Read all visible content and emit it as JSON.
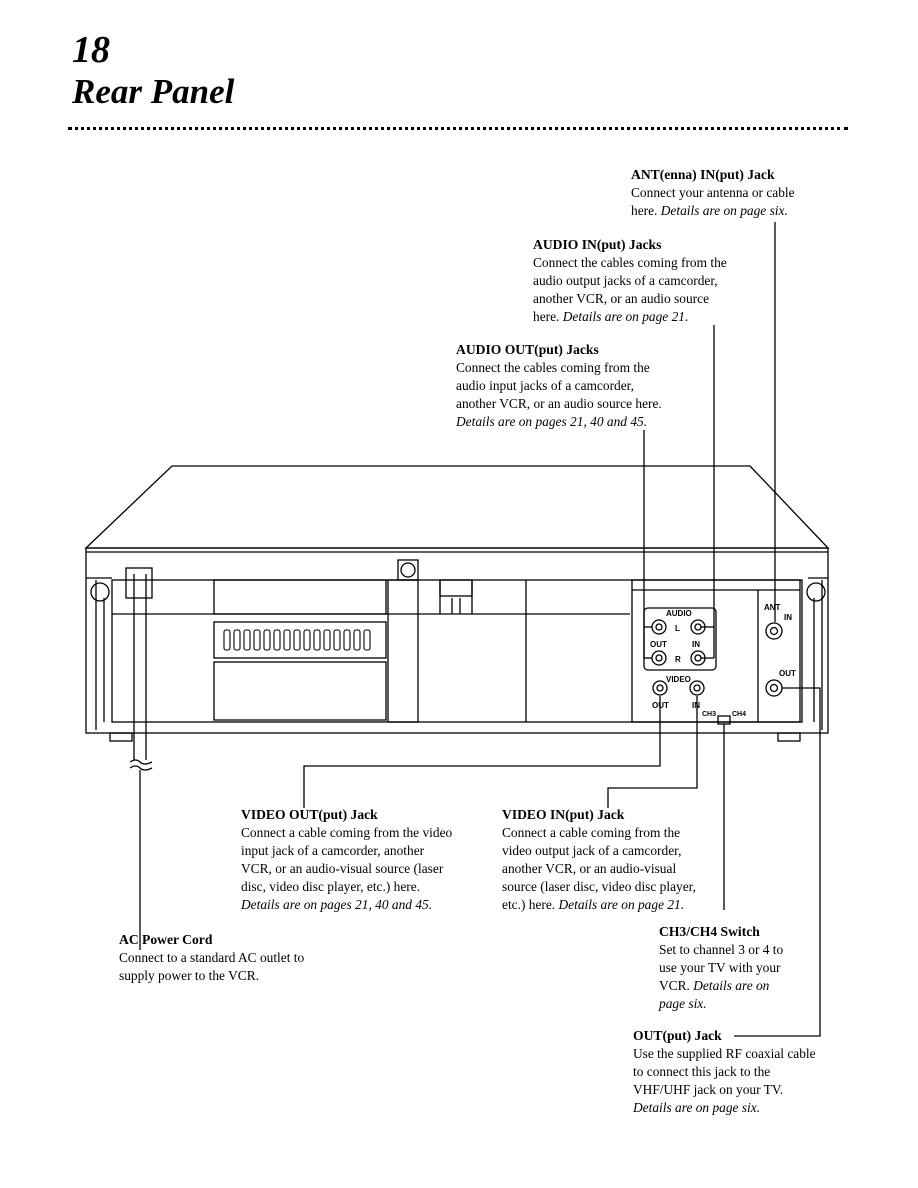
{
  "page": {
    "number": "18",
    "title": "Rear Panel"
  },
  "callouts": {
    "ant_in": {
      "heading": "ANT(enna) IN(put) Jack",
      "lines": [
        "Connect your antenna or cable",
        "here."
      ],
      "detail": "Details are on page six."
    },
    "audio_in": {
      "heading": "AUDIO IN(put) Jacks",
      "lines": [
        "Connect the cables coming from the",
        "audio output jacks of a camcorder,",
        "another VCR, or an audio source",
        "here."
      ],
      "detail": "Details are on page 21."
    },
    "audio_out": {
      "heading": "AUDIO OUT(put) Jacks",
      "lines": [
        "Connect the cables coming from the",
        "audio input jacks of a camcorder,",
        "another VCR, or an audio source here."
      ],
      "detail": "Details are on pages 21, 40 and 45."
    },
    "video_out": {
      "heading": "VIDEO OUT(put) Jack",
      "lines": [
        "Connect a cable coming from the video",
        "input jack of a camcorder, another",
        "VCR, or an audio-visual  source (laser",
        "disc, video disc player, etc.) here."
      ],
      "detail": "Details are on pages 21, 40 and 45."
    },
    "video_in": {
      "heading": "VIDEO IN(put) Jack",
      "lines": [
        "Connect a cable coming from the",
        "video output jack of a camcorder,",
        "another VCR, or an audio-visual",
        "source (laser disc, video disc player,",
        "etc.) here."
      ],
      "detail": "Details are on page 21."
    },
    "ac_power": {
      "heading": "AC Power Cord",
      "lines": [
        "Connect to a standard AC outlet to",
        "supply power to the VCR."
      ],
      "detail": ""
    },
    "ch_switch": {
      "heading": "CH3/CH4 Switch",
      "lines": [
        "Set to channel 3 or 4 to",
        "use your TV with your",
        "VCR."
      ],
      "detail": "Details are on",
      "detail2": "page six."
    },
    "rf_out": {
      "heading": "OUT(put) Jack",
      "lines": [
        "Use the supplied RF coaxial cable",
        "to connect this jack to the",
        "VHF/UHF jack on your TV."
      ],
      "detail": "Details are on page six."
    }
  },
  "panel_labels": {
    "audio": "AUDIO",
    "l": "L",
    "r": "R",
    "out": "OUT",
    "in": "IN",
    "video": "VIDEO",
    "ant": "ANT",
    "ant_in": "IN",
    "rf_out": "OUT",
    "ch3": "CH3",
    "ch4": "CH4",
    "video_in_short": "IN"
  }
}
